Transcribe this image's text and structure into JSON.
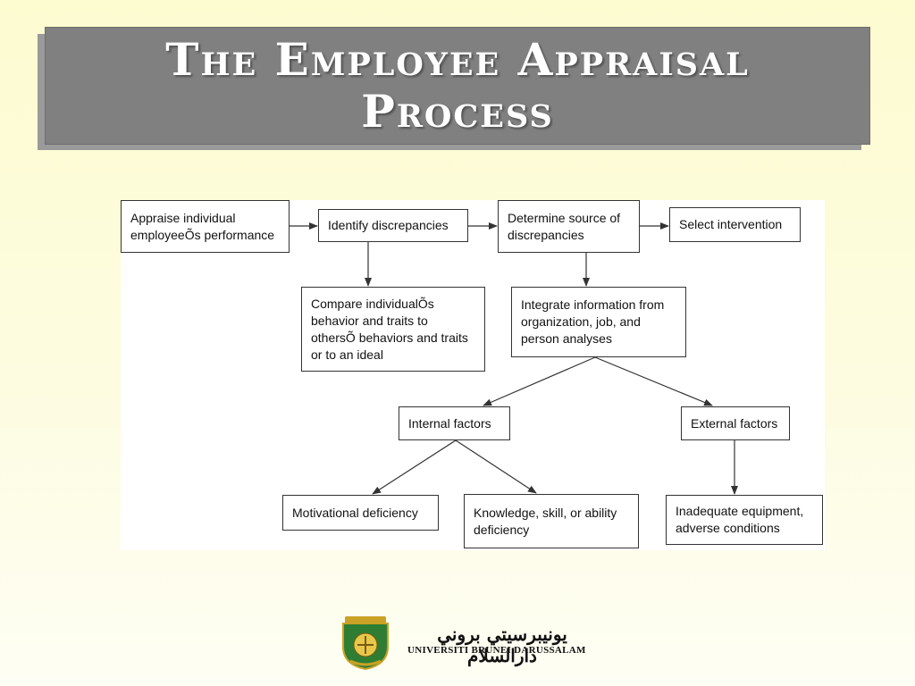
{
  "slide": {
    "title": "The Employee Appraisal Process"
  },
  "diagram": {
    "nodes": {
      "appraise": "Appraise individual employeeÕs performance",
      "identify": "Identify discrepancies",
      "determine": "Determine source of discrepancies",
      "select": "Select intervention",
      "compare": "Compare individualÕs behavior and traits to othersÕ behaviors and traits or to an ideal",
      "integrate": "Integrate information from organization, job, and person analyses",
      "internal": "Internal factors",
      "external": "External factors",
      "motivational": "Motivational deficiency",
      "knowledge": "Knowledge, skill, or ability deficiency",
      "equipment": "Inadequate equipment, adverse conditions"
    }
  },
  "logo": {
    "arabic_name": "يونيبرسيتي بروني دارالسلام",
    "name": "UNIVERSITI BRUNEI DARUSSALAM"
  },
  "colors": {
    "title_bar": "#808080",
    "background": "#fdfbd0",
    "line": "#333333"
  }
}
